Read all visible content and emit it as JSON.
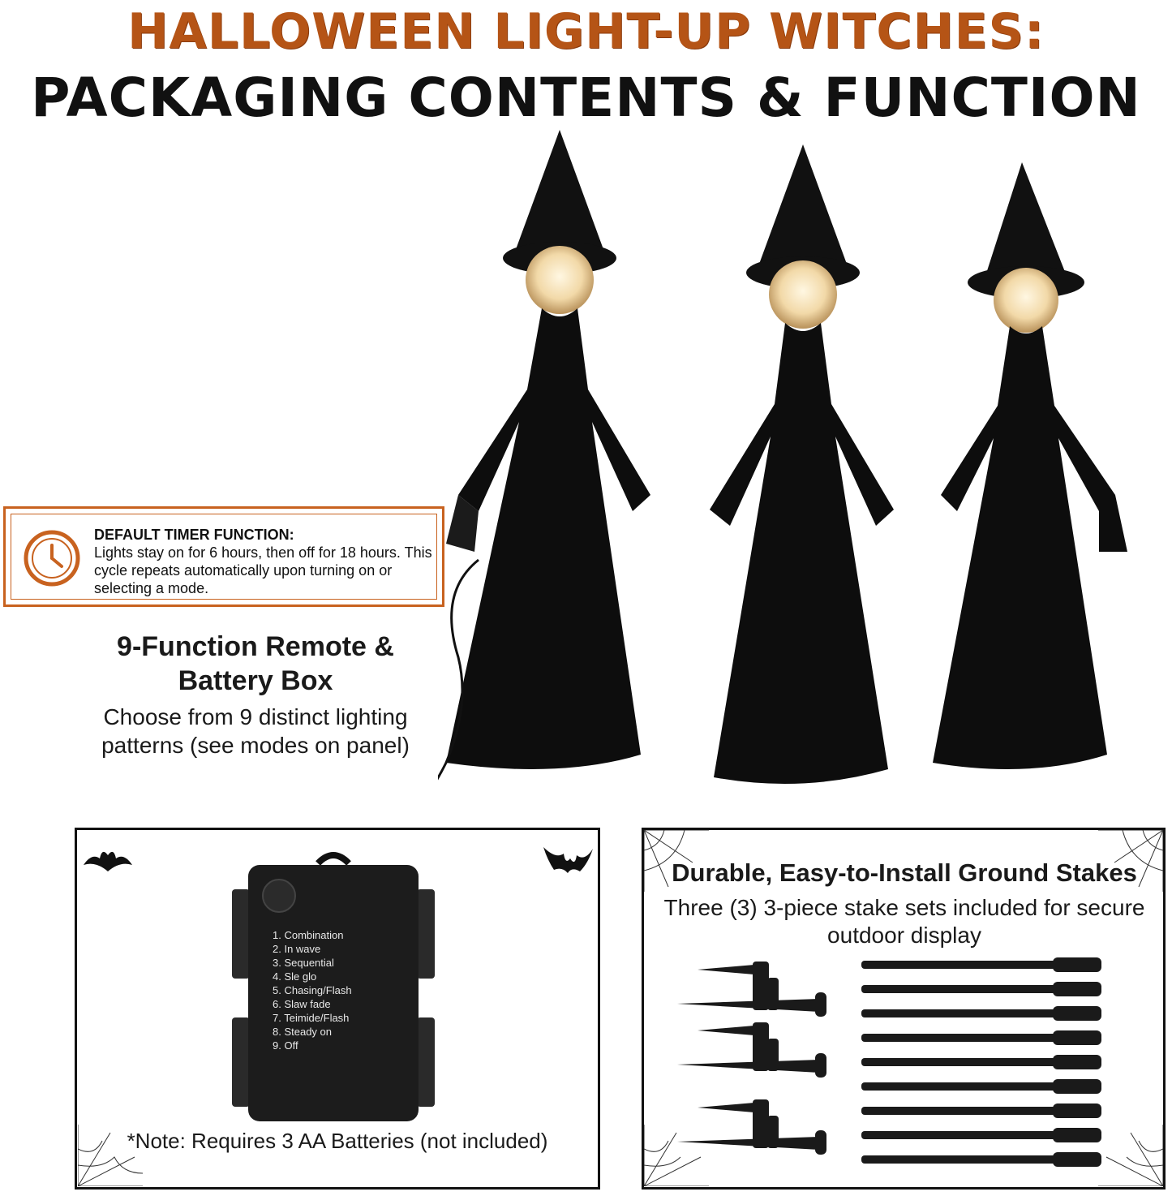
{
  "title": {
    "line1": "HALLOWEEN LIGHT-UP WITCHES:",
    "line2": "PACKAGING CONTENTS & FUNCTION"
  },
  "timer": {
    "heading": "DEFAULT TIMER FUNCTION:",
    "body": "Lights stay on for 6 hours, then off for 18 hours. This cycle repeats automatically upon turning on or selecting a mode.",
    "icon": "clock-icon"
  },
  "remote": {
    "title": "9-Function Remote & Battery Box",
    "description": "Choose from 9 distinct lighting patterns (see modes on panel)",
    "modes": [
      "1. Combination",
      "2. In wave",
      "3. Sequential",
      "4. Sle glo",
      "5. Chasing/Flash",
      "6. Slaw fade",
      "7. Teimide/Flash",
      "8. Steady on",
      "9. Off"
    ],
    "note": "*Note: Requires 3 AA Batteries (not included)"
  },
  "stakes": {
    "title": "Durable, Easy-to-Install Ground Stakes",
    "description": "Three (3) 3-piece stake sets included for secure outdoor display"
  },
  "colors": {
    "accent": "#c8621f",
    "title_orange": "#b55416",
    "ink": "#111111"
  }
}
